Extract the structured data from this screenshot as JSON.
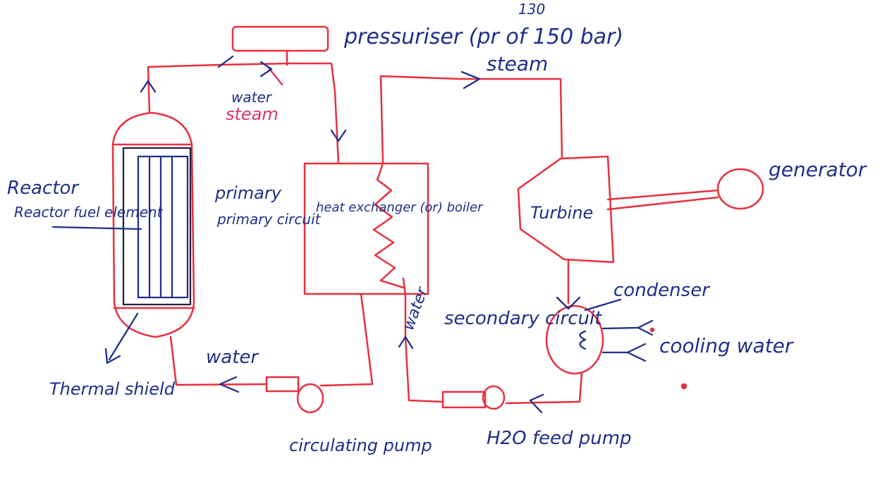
{
  "colors": {
    "circuit": "#e8303d",
    "ink": "#1f2f8a",
    "dark": "#2a1f3a"
  },
  "labels": {
    "pressuriser": "pressuriser (pr of 150 bar)",
    "pressure_correction": "130",
    "steam_top": "steam",
    "water_steam_water": "water",
    "water_steam_steam": "steam",
    "reactor": "Reactor fuel element",
    "primary_circuit": "primary circuit",
    "heat_exchanger": "heat exchanger (or) boiler",
    "turbine": "Turbine",
    "generator": "generator",
    "condenser": "condenser",
    "cooling_water": "cooling water",
    "water_left": "water",
    "water_right": "water",
    "secondary_circuit": "secondary circuit",
    "thermal_shield": "Thermal shield",
    "circulating_pump": "circulating pump",
    "feed_pump": "H2O feed pump"
  }
}
